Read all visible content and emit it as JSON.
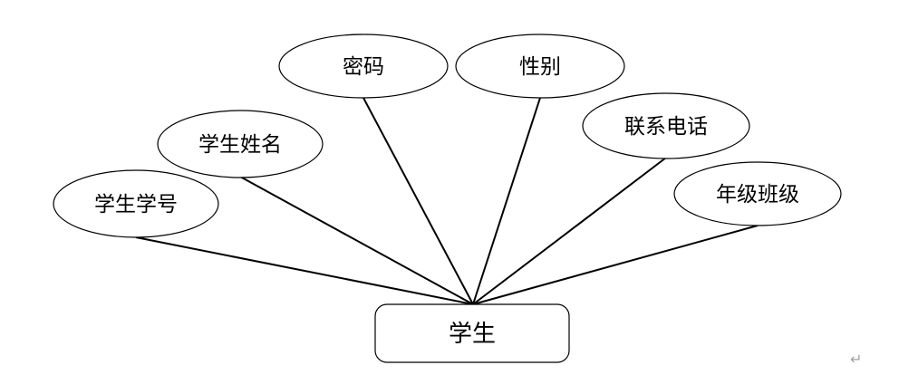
{
  "entity": {
    "label": "学生"
  },
  "attributes": [
    {
      "key": "student-id",
      "label": "学生学号"
    },
    {
      "key": "student-name",
      "label": "学生姓名"
    },
    {
      "key": "password",
      "label": "密码"
    },
    {
      "key": "gender",
      "label": "性别"
    },
    {
      "key": "phone",
      "label": "联系电话"
    },
    {
      "key": "grade-class",
      "label": "年级班级"
    }
  ],
  "paragraph_mark": "↵"
}
